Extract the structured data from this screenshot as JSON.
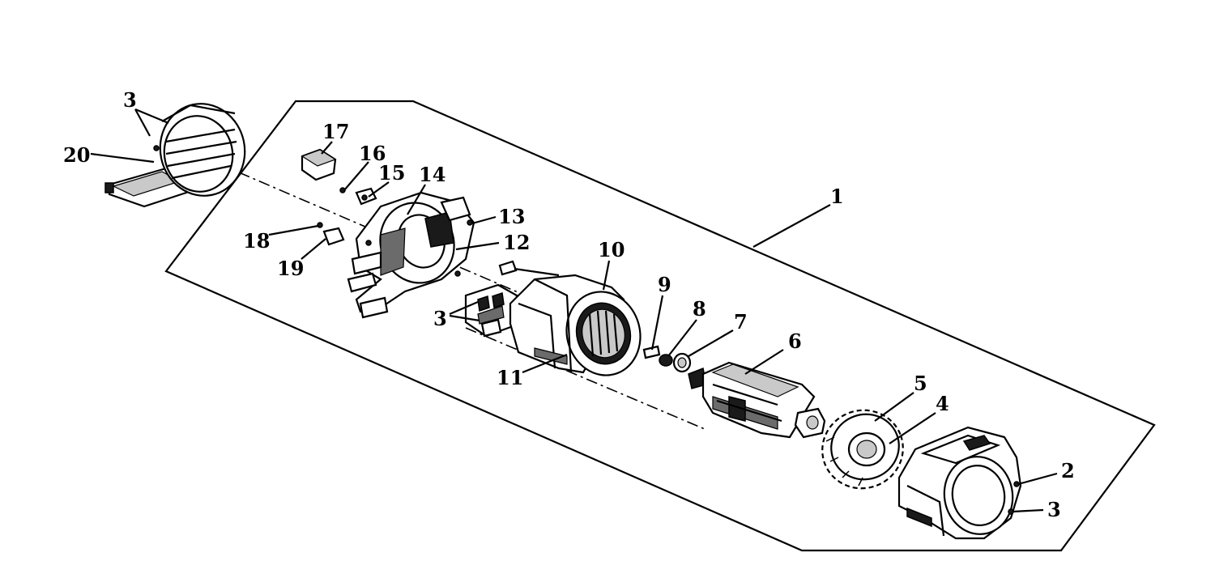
{
  "callouts": {
    "c1": "1",
    "c2": "2",
    "c3_fan_cover": "3",
    "c3_regulator": "3",
    "c3_end_bell": "3",
    "c4": "4",
    "c5": "5",
    "c6": "6",
    "c7": "7",
    "c8": "8",
    "c9": "9",
    "c10": "10",
    "c11": "11",
    "c12": "12",
    "c13": "13",
    "c14": "14",
    "c15": "15",
    "c16": "16",
    "c17": "17",
    "c18": "18",
    "c19": "19",
    "c20": "20"
  }
}
